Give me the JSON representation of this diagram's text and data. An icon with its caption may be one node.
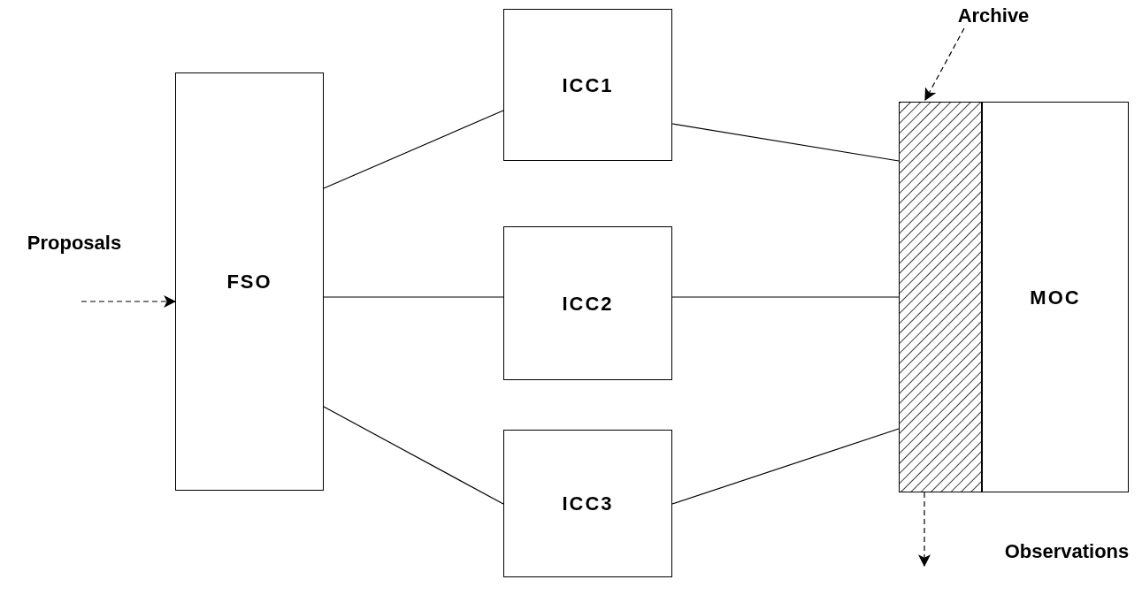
{
  "diagram": {
    "nodes": [
      {
        "text": [
          "Archive"
        ]
      },
      {
        "text": [
          "Proposals"
        ]
      },
      {
        "text": [
          "FSO"
        ]
      },
      {
        "text": [
          "ICC1"
        ]
      },
      {
        "text": [
          "ICC2"
        ]
      },
      {
        "text": [
          "ICC3"
        ]
      },
      {
        "text": [],
        "shape": "bar"
      },
      {
        "text": [
          "MOC"
        ]
      },
      {
        "text": [
          "Observations"
        ]
      }
    ],
    "edges": [
      {
        "from": 1,
        "to": 2,
        "arrow": "to",
        "style": "dashed"
      },
      {
        "from": 2,
        "to": 3,
        "arrow": "none"
      },
      {
        "from": 2,
        "to": 4,
        "arrow": "none"
      },
      {
        "from": 2,
        "to": 5,
        "arrow": "none"
      },
      {
        "from": 3,
        "to": 6,
        "arrow": "none"
      },
      {
        "from": 4,
        "to": 6,
        "arrow": "none"
      },
      {
        "from": 5,
        "to": 6,
        "arrow": "none"
      },
      {
        "from": 0,
        "to": 6,
        "arrow": "to",
        "style": "dashed"
      },
      {
        "from": 6,
        "to": 8,
        "arrow": "to",
        "style": "dashed"
      }
    ]
  }
}
